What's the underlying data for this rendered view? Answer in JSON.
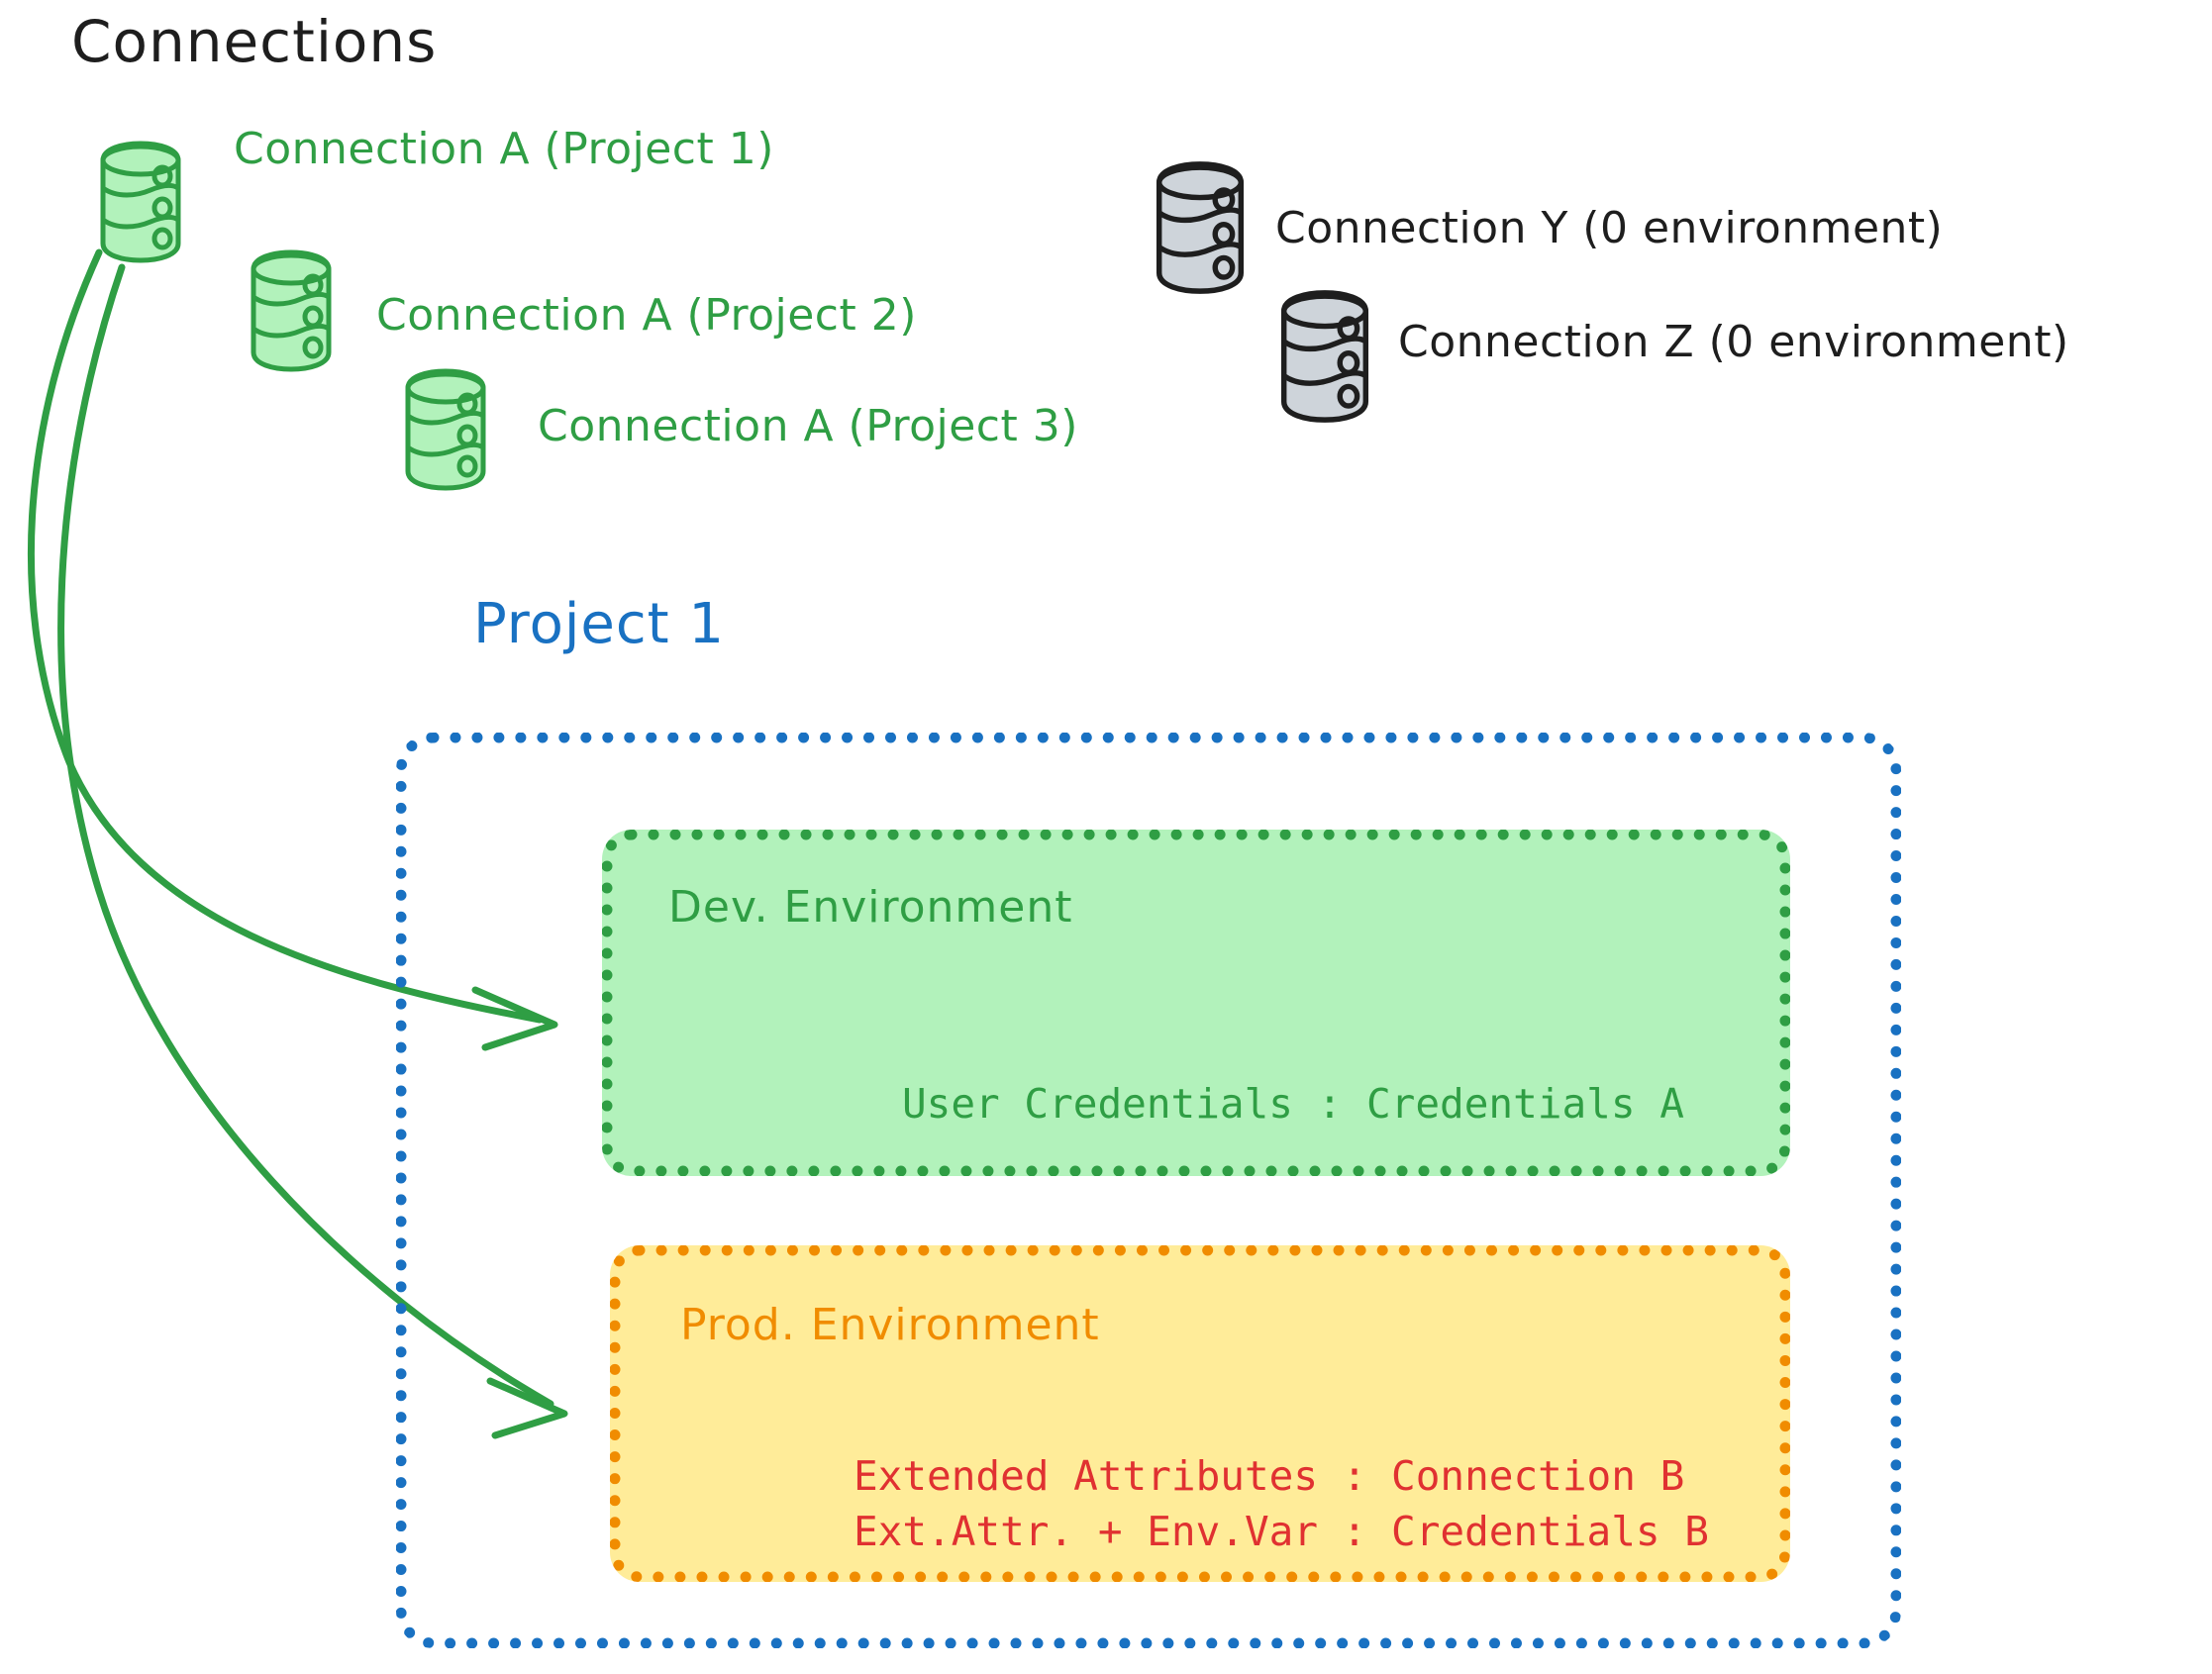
{
  "diagram": {
    "title": "Connections",
    "project_label": "Project 1",
    "colors": {
      "green_stroke": "#2f9e44",
      "green_fill": "#b2f2bb",
      "blue": "#1971c2",
      "orange": "#f08c00",
      "orange_fill": "#ffec99",
      "red": "#e03131",
      "gray_stroke": "#1e1e1e",
      "gray_fill": "#ced4da",
      "black": "#1e1e1e"
    },
    "connections_green": [
      {
        "label": "Connection A (Project 1)",
        "icon": "database-icon"
      },
      {
        "label": "Connection A (Project 2)",
        "icon": "database-icon"
      },
      {
        "label": "Connection A (Project 3)",
        "icon": "database-icon"
      }
    ],
    "connections_gray": [
      {
        "label": "Connection Y (0 environment)",
        "icon": "database-icon"
      },
      {
        "label": "Connection Z (0 environment)",
        "icon": "database-icon"
      }
    ],
    "environments": [
      {
        "name": "Dev. Environment",
        "accent": "#2f9e44",
        "lines": [
          "User Credentials : Credentials A"
        ]
      },
      {
        "name": "Prod. Environment",
        "accent": "#f08c00",
        "lines": [
          "Extended Attributes : Connection B",
          "Ext.Attr. + Env.Var : Credentials B"
        ]
      }
    ],
    "arrows": [
      {
        "name": "arrow-conn-a-to-dev",
        "from": "Connection A (Project 1)",
        "to": "Dev. Environment"
      },
      {
        "name": "arrow-conn-a-to-prod",
        "from": "Connection A (Project 1)",
        "to": "Prod. Environment"
      }
    ]
  }
}
